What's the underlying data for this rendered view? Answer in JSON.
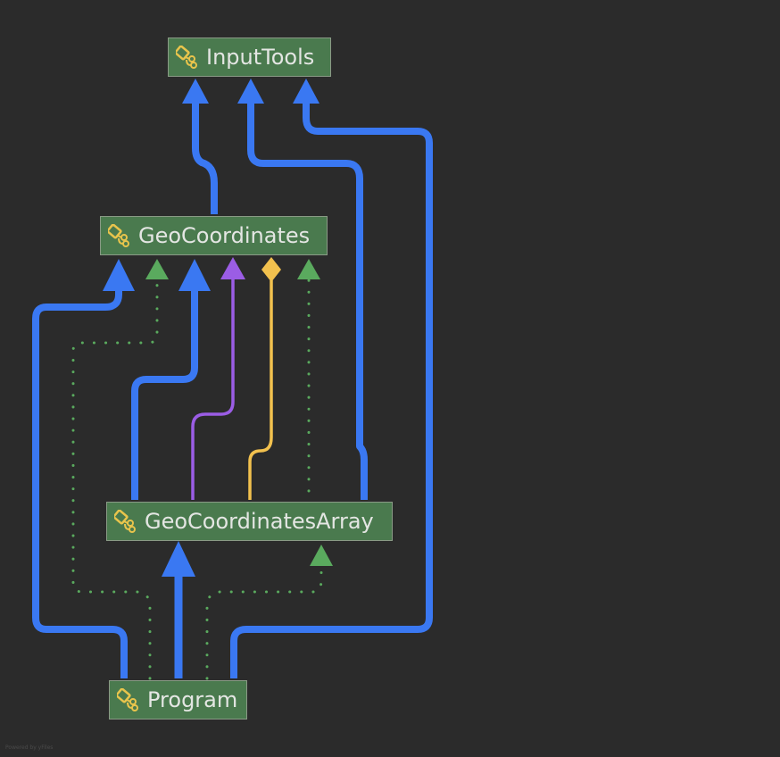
{
  "diagram": {
    "nodes": {
      "input_tools": {
        "label": "InputTools",
        "icon": "class-icon"
      },
      "geo_coordinates": {
        "label": "GeoCoordinates",
        "icon": "class-icon"
      },
      "geo_coordinates_array": {
        "label": "GeoCoordinatesArray",
        "icon": "class-icon"
      },
      "program": {
        "label": "Program",
        "icon": "class-icon"
      }
    },
    "watermark": "Powered by yFiles"
  },
  "colors": {
    "background": "#2b2b2b",
    "node_fill": "#4a7a4e",
    "node_border": "#8a9a86",
    "dependency_edge": "#3a78f2",
    "realization_edge": "#5aaa5e",
    "generalization_edge": "#9b5de5",
    "aggregation_edge": "#f2c14e",
    "icon_color": "#e8c44c"
  }
}
